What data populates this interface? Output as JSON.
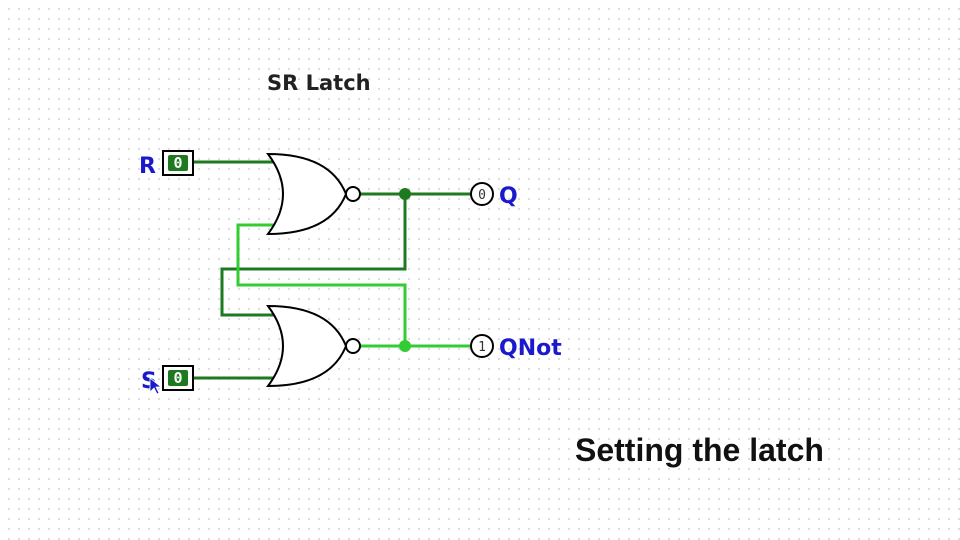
{
  "title": "SR Latch",
  "caption": "Setting the latch",
  "inputs": {
    "r": {
      "label": "R",
      "value": "0"
    },
    "s": {
      "label": "S",
      "value": "0"
    }
  },
  "outputs": {
    "q": {
      "label": "Q",
      "value": "0"
    },
    "qnot": {
      "label": "QNot",
      "value": "1"
    }
  },
  "colors": {
    "wire_low": "#1e7a1e",
    "wire_high": "#33cc33",
    "pin_label": "#1a1acc",
    "input_fill": "#1e7a1e"
  },
  "gates": [
    "NOR",
    "NOR"
  ]
}
